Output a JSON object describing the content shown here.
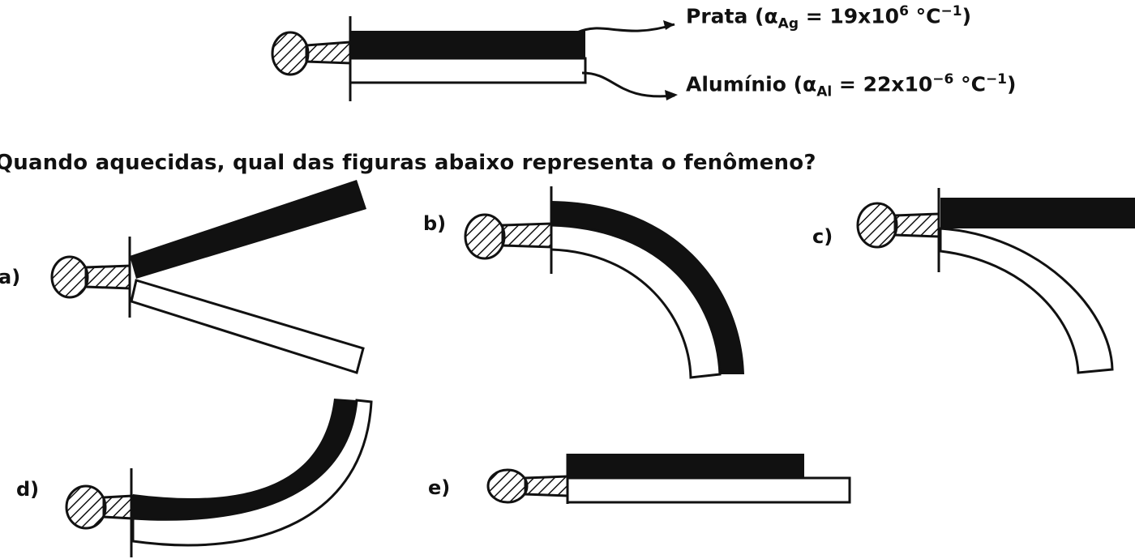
{
  "materials": {
    "silver_name": "Prata",
    "silver_alpha_symbol": "α",
    "silver_alpha_sub": "Ag",
    "silver_alpha_value": "= 19x10",
    "silver_alpha_exp": "6",
    "silver_unit": "°C",
    "silver_unit_exp": "−1",
    "aluminum_name": "Alumínio",
    "aluminum_alpha_symbol": "α",
    "aluminum_alpha_sub": "Al",
    "aluminum_alpha_value": "= 22x10",
    "aluminum_alpha_exp": "−6",
    "aluminum_unit": "°C",
    "aluminum_unit_exp": "−1"
  },
  "question": "Quando aquecidas, qual das figuras abaixo representa o fenômeno?",
  "options": [
    {
      "label": "a)"
    },
    {
      "label": "b)"
    },
    {
      "label": "c)"
    },
    {
      "label": "d)"
    },
    {
      "label": "e)"
    }
  ],
  "colors": {
    "silver_strip": "#111111",
    "aluminum_strip": "#ffffff",
    "outline": "#111111"
  }
}
